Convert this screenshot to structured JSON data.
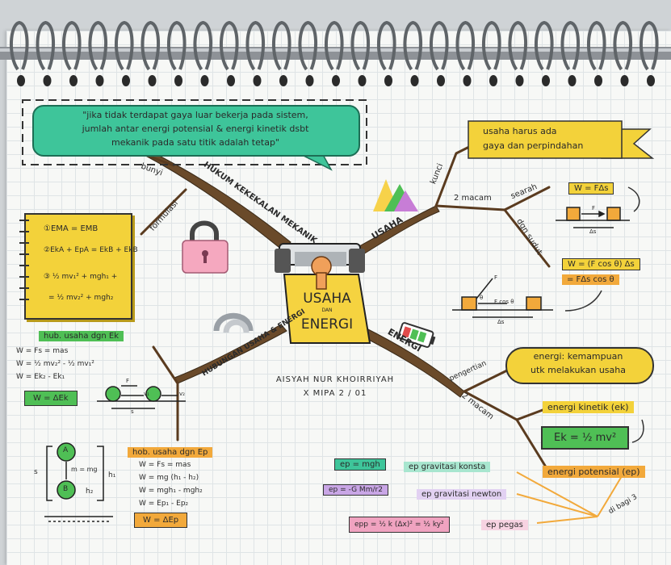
{
  "quote": {
    "line1": "\"jika tidak terdapat gaya luar bekerja pada sistem,",
    "line2": "jumlah antar energi potensial & energi kinetik dsbt",
    "line3": "mekanik pada satu titik adalah tetap\""
  },
  "center": {
    "title_top": "USAHA",
    "title_mid": "DAN",
    "title_bottom": "ENERGI",
    "author": "AISYAH NUR KHOIRRIYAH",
    "class": "X MIPA 2 / 01"
  },
  "branches": {
    "hukum": "HUKUM KEKEKALAN MEKANIK",
    "usaha": "USAHA",
    "energi": "ENERGI",
    "hubungan": "HUBUNGAN USAHA & ENERGI"
  },
  "hukum": {
    "bunyi": "bunyi",
    "formulasi": "formulasi",
    "formulas": [
      "①EMA = EMB",
      "②EkA + EpA = EkB + EkB",
      "③ ½ mv₁² + mgh₁ +",
      "= ½ mv₂² + mgh₂"
    ]
  },
  "usaha": {
    "kunci_label": "kunci",
    "kunci_text_1": "usaha harus ada",
    "kunci_text_2": "gaya dan perpindahan",
    "macam": "2 macam",
    "searah": "searah",
    "dgn_sudut": "dgn sudut",
    "formula_searah": "W = FΔs",
    "formula_sudut_1": "W = (F cos θ) Δs",
    "formula_sudut_2": "= FΔs cos θ",
    "diagram1_f": "F",
    "diagram1_ds": "Δs",
    "diagram2_f": "F",
    "diagram2_theta": "θ",
    "diagram2_fcos": "F cos θ",
    "diagram2_ds": "Δs"
  },
  "energi": {
    "pengertian_label": "pengertian",
    "pengertian_1": "energi: kemampuan",
    "pengertian_2": "utk melakukan usaha",
    "macam": "2 macam",
    "kinetik": "energi kinetik (ek)",
    "ek_formula": "Ek = ½ mv²",
    "potensial": "energi potensial (ep)",
    "dibagi": "di bagi 3",
    "ep1_formula": "ep = mgh",
    "ep1_label": "ep gravitasi konsta",
    "ep2_formula": "ep = -G Mm/r2",
    "ep2_label": "ep gravitasi newton",
    "ep3_formula": "epp = ½ k (Δx)² = ½ ky²",
    "ep3_label": "ep pegas"
  },
  "hub_ek": {
    "title": "hub. usaha dgn Ek",
    "lines": [
      "W = Fs = mas",
      "W = ½ mv₂² - ½ mv₁²",
      "W = Ek₂ - Ek₁"
    ],
    "result": "W = ΔEk",
    "f_label": "F",
    "v1": "v₁",
    "v2": "v₂",
    "s_label": "s"
  },
  "hub_ep": {
    "title": "hob. usaha dgn Ep",
    "lines": [
      "W = Fs = mas",
      "W = mg (h₁ - h₂)",
      "W = mgh₁ - mgh₂",
      "W = Ep₁ - Ep₂"
    ],
    "result": "W = ΔEp",
    "ball_a": "A",
    "ball_b": "B",
    "mg": "m = mg",
    "s": "s",
    "h1": "h₁",
    "h2": "h₂"
  },
  "colors": {
    "quote_fill": "#3ec59a",
    "yellow": "#f3d23a",
    "green": "#4fbf55",
    "orange": "#f2a93b",
    "pink": "#f0a3c0",
    "lilac": "#c9a6e6",
    "branch": "#6a4a2a"
  }
}
